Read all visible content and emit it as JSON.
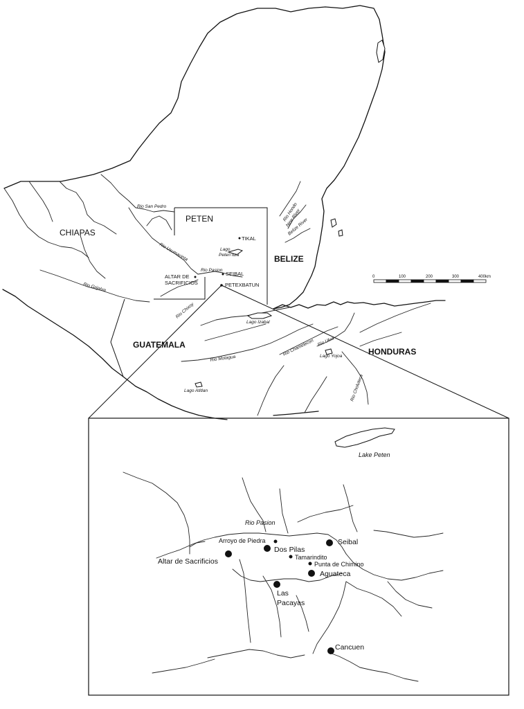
{
  "overview": {
    "regions": {
      "peten": "PETEN",
      "chiapas": "CHIAPAS",
      "belize": "BELIZE",
      "guatemala": "GUATEMALA",
      "honduras": "HONDURAS"
    },
    "sites": {
      "tikal": "TIKAL",
      "seibal": "SEIBAL",
      "petexbatun": "PETEXBATUN",
      "altar_line1": "ALTAR DE",
      "altar_line2": "SACRIFICIOS"
    },
    "lakes": {
      "peten_itza_line1": "Lago",
      "peten_itza_line2": "Peten Itza",
      "izabal": "Lago Izabal",
      "yojoa": "Lago Yojoa",
      "atitlan": "Lago Atitlan"
    },
    "rivers": {
      "san_pedro": "Rio San Pedro",
      "usumacinta": "Rio Usumacinta",
      "pasion": "Rio Pasion",
      "grijalva": "Rio Grijalva",
      "chixoy": "Rio Chixoy",
      "motagua": "Rio Motagua",
      "chamelecon": "Rio Chamelecon",
      "ulua": "Rio Ulua",
      "choluteca": "Rio Choluteca",
      "hondo": "Rio Hondo",
      "new_river": "New River",
      "belize_river": "Belize River"
    },
    "scale": {
      "ticks": [
        "0",
        "100",
        "200",
        "300",
        "400km"
      ]
    }
  },
  "inset": {
    "lake": "Lake Peten",
    "river": "Rio Pasion",
    "sites": {
      "arroyo": "Arroyo de Piedra",
      "dos_pilas": "Dos Pilas",
      "seibal": "Seibal",
      "altar": "Altar de Sacrificios",
      "tamarindito": "Tamarindito",
      "punta": "Punta de Chimino",
      "aguateca": "Aguateca",
      "las_pacayas_line1": "Las",
      "las_pacayas_line2": "Pacayas",
      "cancuen": "Cancuen"
    }
  }
}
